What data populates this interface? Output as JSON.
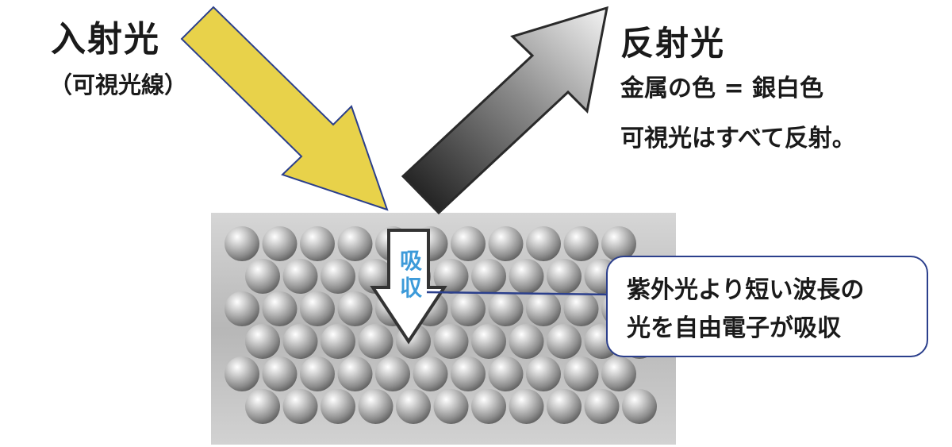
{
  "incident": {
    "title": "入射光",
    "subtitle": "（可視光線）"
  },
  "reflected": {
    "title": "反射光",
    "line1": "金属の色 = 銀白色",
    "line2": "可視光はすべて反射。"
  },
  "absorb": {
    "label": "吸収"
  },
  "callout": {
    "line1": "紫外光より短い波長の",
    "line2": "光を自由電子が吸収"
  },
  "colors": {
    "incident_arrow_fill": "#e8d24a",
    "incident_arrow_stroke": "#2b3f8c",
    "reflected_arrow_light": "#f2f2f2",
    "reflected_arrow_dark": "#1a1a1a",
    "metal_slab": "#c4c4c4",
    "atom_sphere": "#8a8a8a",
    "absorb_text": "#3c9ad9",
    "callout_border": "#2b3f8c"
  },
  "icons": {
    "incident": "arrow-down-right",
    "reflected": "arrow-up-right",
    "absorb": "arrow-down"
  }
}
